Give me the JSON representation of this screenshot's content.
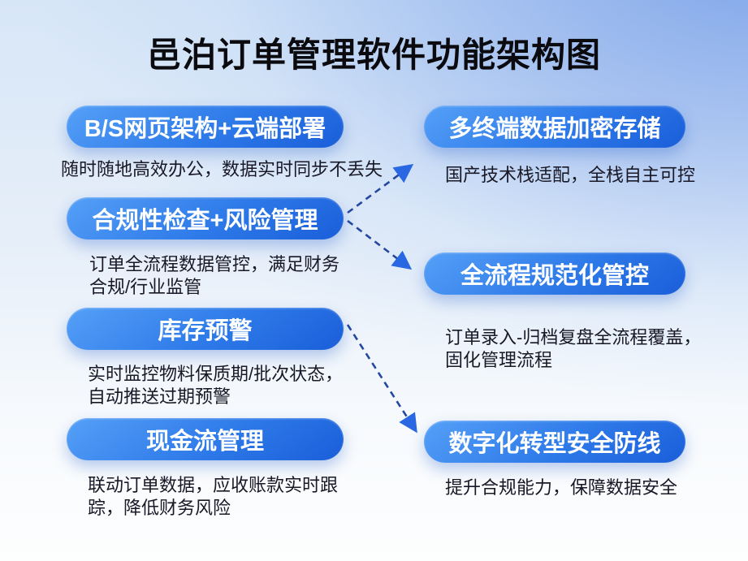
{
  "title": "邑泊订单管理软件功能架构图",
  "columns": {
    "left": [
      {
        "label": "B/S网页架构+云端部署",
        "desc": "随时随地高效办公，数据实时同步不丢失"
      },
      {
        "label": "合规性检查+风险管理",
        "desc": "订单全流程数据管控，满足财务\n合规/行业监管"
      },
      {
        "label": "库存预警",
        "desc": "实时监控物料保质期/批次状态，\n自动推送过期预警"
      },
      {
        "label": "现金流管理",
        "desc": "联动订单数据，应收账款实时跟\n踪，降低财务风险"
      }
    ],
    "right": [
      {
        "label": "多终端数据加密存储",
        "desc": "国产技术栈适配，全栈自主可控"
      },
      {
        "label": "全流程规范化管控",
        "desc": "订单录入-归档复盘全流程覆盖，\n固化管理流程"
      },
      {
        "label": "数字化转型安全防线",
        "desc": "提升合规能力，保障数据安全"
      }
    ]
  },
  "connectors": [
    {
      "from": "合规性检查+风险管理",
      "to": "多终端数据加密存储"
    },
    {
      "from": "合规性检查+风险管理",
      "to": "全流程规范化管控"
    },
    {
      "from": "库存预警",
      "to": "数字化转型安全防线"
    }
  ],
  "colors": {
    "pill_gradient_start": "#55a0f7",
    "pill_gradient_end": "#1a5ed9",
    "pill_text": "#ffffff",
    "connector_line": "#24489f",
    "connector_arrow": "#2968e2",
    "title_text": "#0a0a0f",
    "desc_text": "#181826"
  }
}
